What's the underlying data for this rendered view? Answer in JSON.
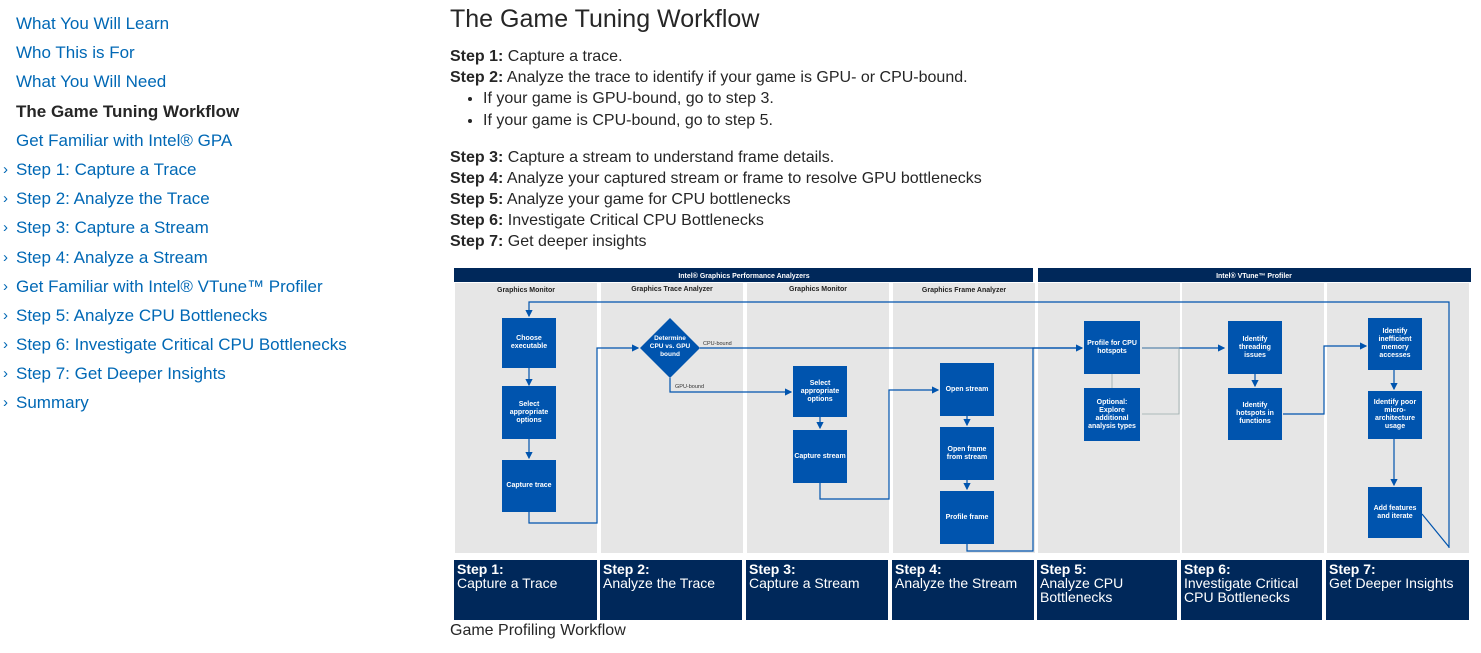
{
  "sidebar": {
    "items": [
      {
        "label": "What You Will Learn",
        "chevron": false,
        "active": false
      },
      {
        "label": "Who This is For",
        "chevron": false,
        "active": false
      },
      {
        "label": "What You Will Need",
        "chevron": false,
        "active": false
      },
      {
        "label": "The Game Tuning Workflow",
        "chevron": false,
        "active": true
      },
      {
        "label": "Get Familiar with Intel® GPA",
        "chevron": false,
        "active": false
      },
      {
        "label": "Step 1: Capture a Trace",
        "chevron": true,
        "active": false
      },
      {
        "label": "Step 2: Analyze the Trace",
        "chevron": true,
        "active": false
      },
      {
        "label": "Step 3: Capture a Stream",
        "chevron": true,
        "active": false
      },
      {
        "label": "Step 4: Analyze a Stream",
        "chevron": true,
        "active": false
      },
      {
        "label": "Get Familiar with Intel® VTune™ Profiler",
        "chevron": true,
        "active": false
      },
      {
        "label": "Step 5: Analyze CPU Bottlenecks",
        "chevron": true,
        "active": false
      },
      {
        "label": "Step 6: Investigate Critical CPU Bottlenecks",
        "chevron": true,
        "active": false
      },
      {
        "label": "Step 7: Get Deeper Insights",
        "chevron": true,
        "active": false
      },
      {
        "label": "Summary",
        "chevron": true,
        "active": false
      }
    ]
  },
  "main": {
    "title": "The Game Tuning Workflow",
    "step1": {
      "label": "Step 1:",
      "text": " Capture a trace."
    },
    "step2": {
      "label": "Step 2:",
      "text": " Analyze the trace to identify if your game is GPU- or CPU-bound."
    },
    "bullets": [
      "If your game is GPU-bound, go to step 3.",
      "If your game is CPU-bound, go to step 5."
    ],
    "step3": {
      "label": "Step 3:",
      "text": " Capture a stream to understand frame details."
    },
    "step4": {
      "label": "Step 4:",
      "text": " Analyze your captured stream or frame to resolve GPU bottlenecks"
    },
    "step5": {
      "label": "Step 5:",
      "text": " Analyze your game for CPU bottlenecks"
    },
    "step6": {
      "label": "Step 6:",
      "text": " Investigate Critical CPU Bottlenecks"
    },
    "step7": {
      "label": "Step 7:",
      "text": " Get deeper insights"
    },
    "caption": "Game Profiling Workflow"
  },
  "diagram": {
    "header_gpa": "Intel® Graphics Performance Analyzers",
    "header_vtune": "Intel® VTune™ Profiler",
    "columns": [
      "Graphics Monitor",
      "Graphics Trace Analyzer",
      "Graphics Monitor",
      "Graphics Frame Analyzer"
    ],
    "boxes": {
      "choose": "Choose executable",
      "select1": "Select appropriate options",
      "capture_trace": "Capture trace",
      "determine": "Determine CPU vs. GPU bound",
      "cpu_bound": "CPU-bound",
      "gpu_bound": "GPU-bound",
      "select2": "Select appropriate options",
      "capture_stream": "Capture stream",
      "open_stream": "Open stream",
      "open_frame": "Open frame from stream",
      "profile_frame": "Profile frame",
      "profile_cpu": "Profile for CPU hotspots",
      "optional": "Optional: Explore additional analysis types",
      "identify_threading": "Identify threading issues",
      "identify_hotspots": "Identify hotspots in functions",
      "identify_memory": "Identify inefficient memory accesses",
      "identify_micro": "Identify poor micro-architecture usage",
      "add_features": "Add features and iterate"
    },
    "steps": [
      {
        "num": "Step 1:",
        "text": "Capture a Trace"
      },
      {
        "num": "Step 2:",
        "text": "Analyze the Trace"
      },
      {
        "num": "Step 3:",
        "text": "Capture a Stream"
      },
      {
        "num": "Step 4:",
        "text": "Analyze the Stream"
      },
      {
        "num": "Step 5:",
        "text": "Analyze CPU Bottlenecks"
      },
      {
        "num": "Step 6:",
        "text": "Investigate Critical CPU Bottlenecks"
      },
      {
        "num": "Step 7:",
        "text": "Get Deeper Insights"
      }
    ],
    "colors": {
      "header": "#00285a",
      "box": "#0054ae",
      "lane": "#e6e6e6",
      "line": "#0054ae"
    }
  }
}
